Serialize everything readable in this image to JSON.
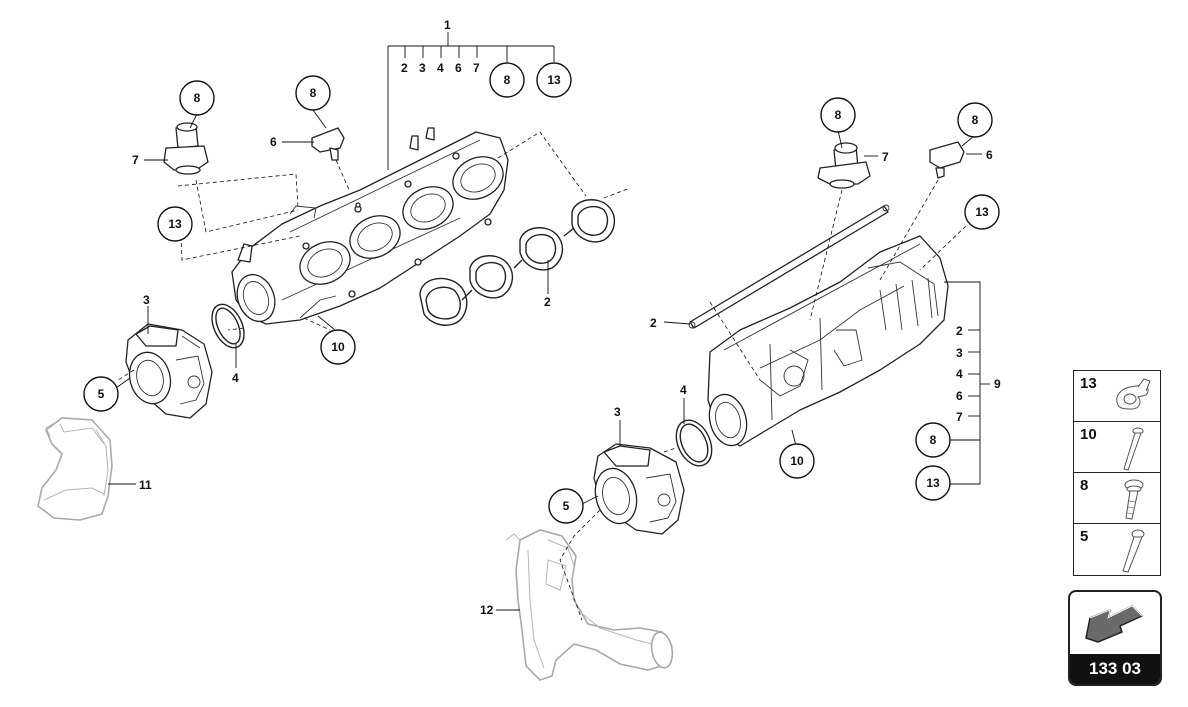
{
  "callouts": {
    "c1": "1",
    "c2a": "2",
    "c3a": "3",
    "c4a": "4",
    "c6a": "6",
    "c7a": "7",
    "c8a": "8",
    "c13a": "13",
    "c8_left_sensor": "8",
    "c7_left": "7",
    "c8_left_temp": "8",
    "c6_left": "6",
    "c13_left": "13",
    "c2_gasket_left": "2",
    "c10_left": "10",
    "c3_left": "3",
    "c4_left": "4",
    "c5_left": "5",
    "c11": "11",
    "c8_right_sensor": "8",
    "c7_right": "7",
    "c8_right_temp": "8",
    "c6_right": "6",
    "c13_right_top": "13",
    "c2_gasket_right": "2",
    "c4_right": "4",
    "c10_right": "10",
    "c3_right": "3",
    "c5_right": "5",
    "c12": "12",
    "c9": "9",
    "c2b": "2",
    "c3b": "3",
    "c4b": "4",
    "c6b": "6",
    "c7b": "7",
    "c8b": "8",
    "c13b": "13"
  },
  "legend": [
    {
      "num": "13",
      "icon": "clip-icon"
    },
    {
      "num": "10",
      "icon": "long-bolt-icon"
    },
    {
      "num": "8",
      "icon": "flange-bolt-icon"
    },
    {
      "num": "5",
      "icon": "torx-bolt-icon"
    }
  ],
  "navigation": {
    "page_code": "133 03",
    "arrow_icon": "previous-page-arrow-icon"
  }
}
